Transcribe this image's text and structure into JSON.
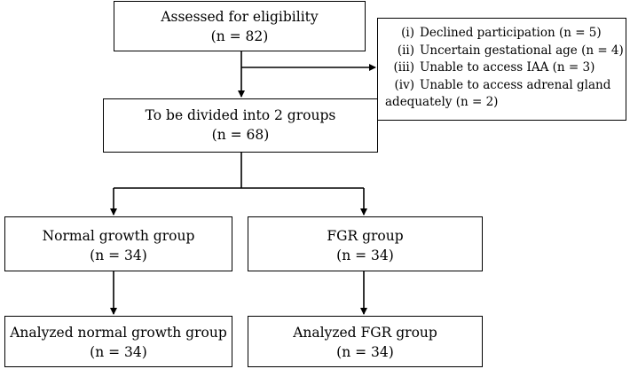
{
  "boxes": {
    "assessed": {
      "title": "Assessed for eligibility",
      "count": "(n = 82)"
    },
    "divided": {
      "title": "To be divided into 2 groups",
      "count": "(n = 68)"
    },
    "normal": {
      "title": "Normal growth group",
      "count": "(n = 34)"
    },
    "fgr": {
      "title": "FGR group",
      "count": "(n = 34)"
    },
    "analyzed_normal": {
      "title": "Analyzed normal growth group",
      "count": "(n = 34)"
    },
    "analyzed_fgr": {
      "title": "Analyzed FGR group",
      "count": "(n = 34)"
    }
  },
  "exclusions": [
    {
      "num": "(i)",
      "lines": [
        "Declined participation (n = 5)"
      ]
    },
    {
      "num": "(ii)",
      "lines": [
        "Uncertain gestational age (n = 4)"
      ]
    },
    {
      "num": "(iii)",
      "lines": [
        "Unable to access IAA (n = 3)"
      ]
    },
    {
      "num": "(iv)",
      "lines": [
        "Unable to access adrenal gland",
        "adequately (n = 2)"
      ]
    }
  ]
}
